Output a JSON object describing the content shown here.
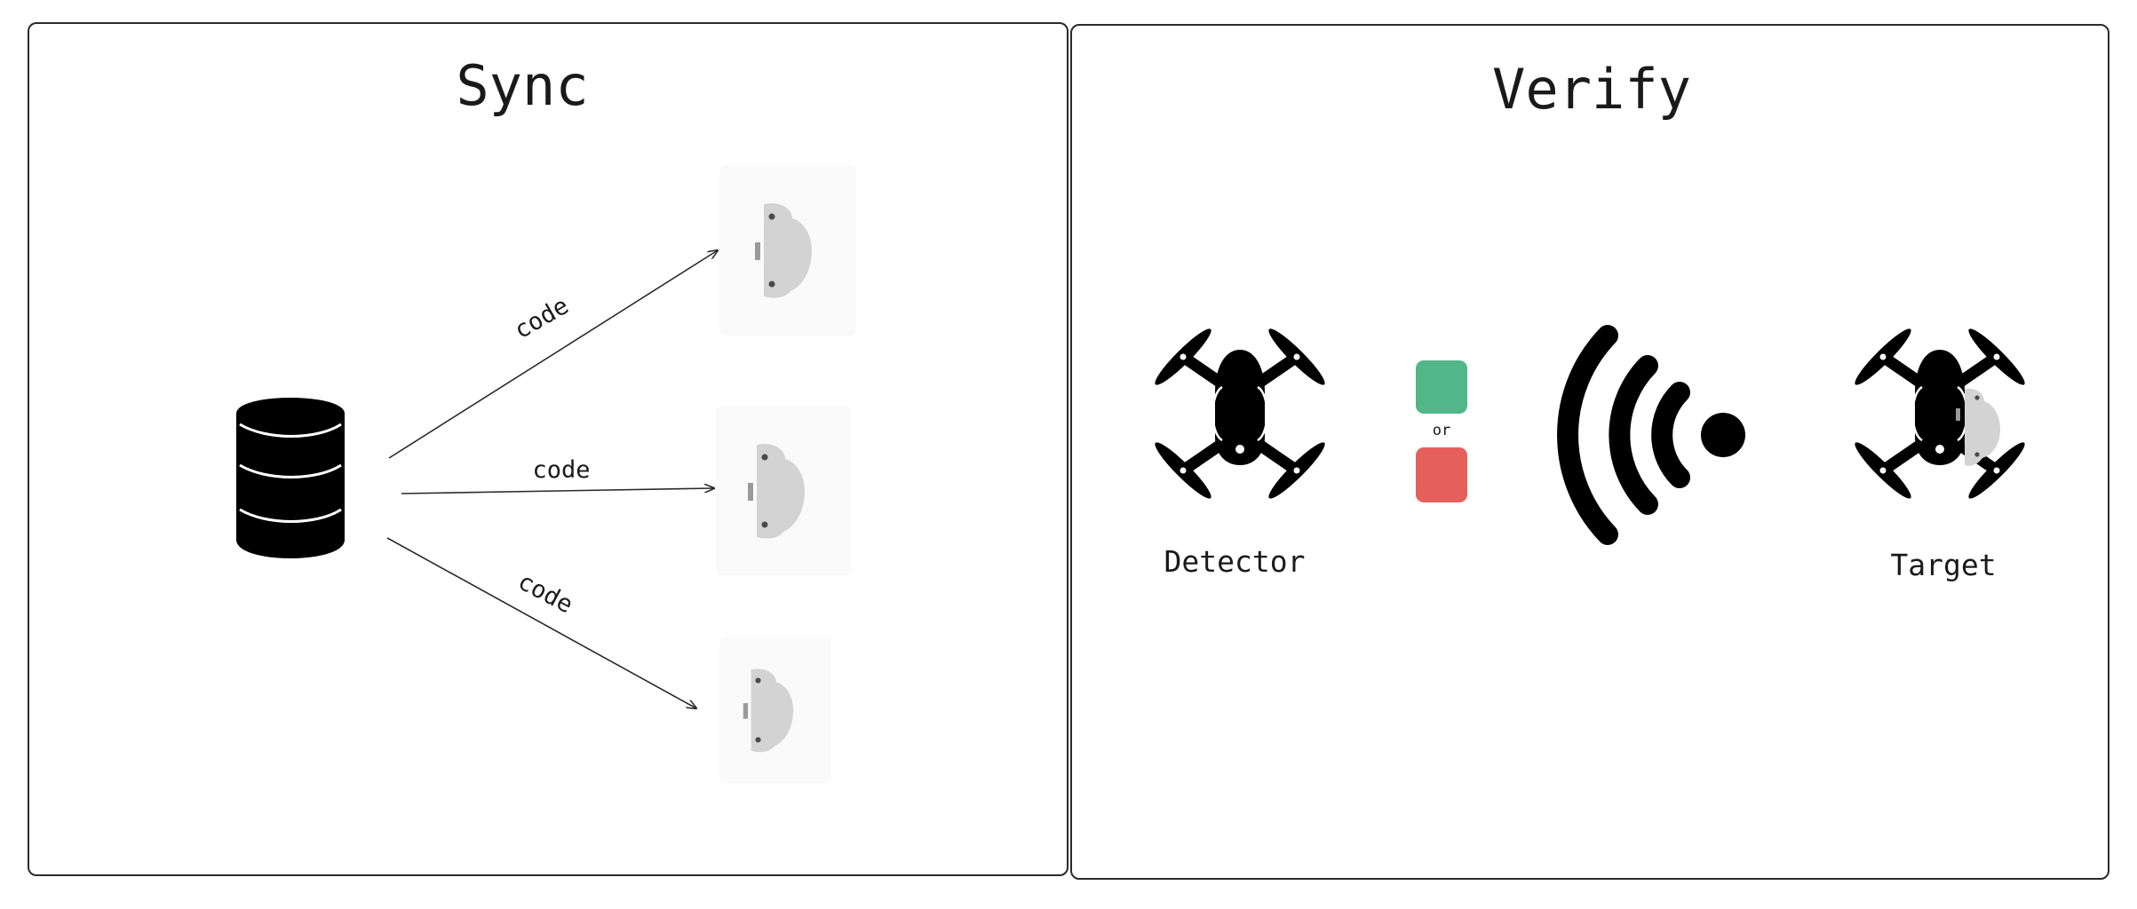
{
  "panels": {
    "sync": {
      "title": "Sync"
    },
    "verify": {
      "title": "Verify"
    }
  },
  "sync_flow": {
    "source_icon": "database-icon",
    "arrow_label": "code",
    "arrows": [
      {
        "label": "code",
        "target": "device-top"
      },
      {
        "label": "code",
        "target": "device-middle"
      },
      {
        "label": "code",
        "target": "device-bottom"
      }
    ],
    "device_icon": "pod-device-icon"
  },
  "verify_flow": {
    "detector": {
      "label": "Detector",
      "icon": "drone-icon"
    },
    "target": {
      "label": "Target",
      "icon": "drone-with-device-icon"
    },
    "separator_text": "or",
    "status_colors": {
      "pass": "#52b788",
      "fail": "#e5605b"
    },
    "signal_icon": "wireless-signal-icon"
  }
}
